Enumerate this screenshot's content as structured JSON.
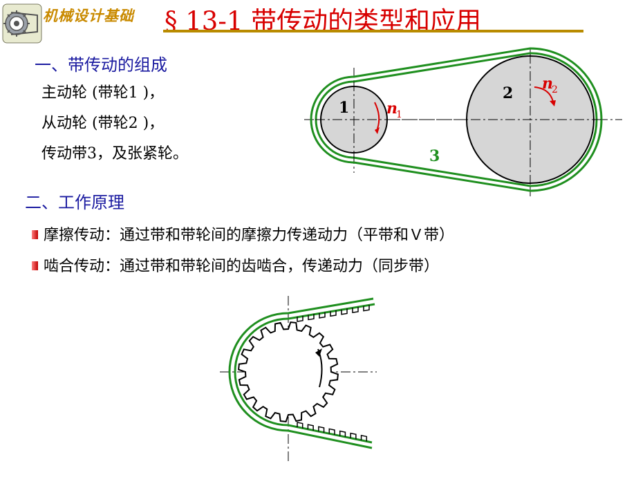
{
  "header": {
    "course_title": "机械设计基础",
    "section_title": "§ 13-1   带传动的类型和应用"
  },
  "section1": {
    "heading": "一、带传动的组成",
    "lines": [
      "主动轮 (带轮1 )，",
      "从动轮 (带轮2 )，",
      "传动带3，及张紧轮。"
    ]
  },
  "section2": {
    "heading": "二、工作原理",
    "bullets": [
      "摩擦传动：通过带和带轮间的摩擦力传递动力（平带和Ｖ带）",
      "啮合传动：通过带和带轮间的齿啮合，传递动力（同步带）"
    ]
  },
  "diagram": {
    "pulley1_label": "1",
    "pulley2_label": "2",
    "belt_label": "3",
    "speed1_label": "n",
    "speed1_sub": "1",
    "speed2_label": "n",
    "speed2_sub": "2"
  },
  "colors": {
    "belt": "#1f8f1f",
    "pulley_fill": "#d6d6d6",
    "accent_red": "#d80000",
    "heading_blue": "#1a1aa0",
    "header_gold": "#b98b00"
  }
}
